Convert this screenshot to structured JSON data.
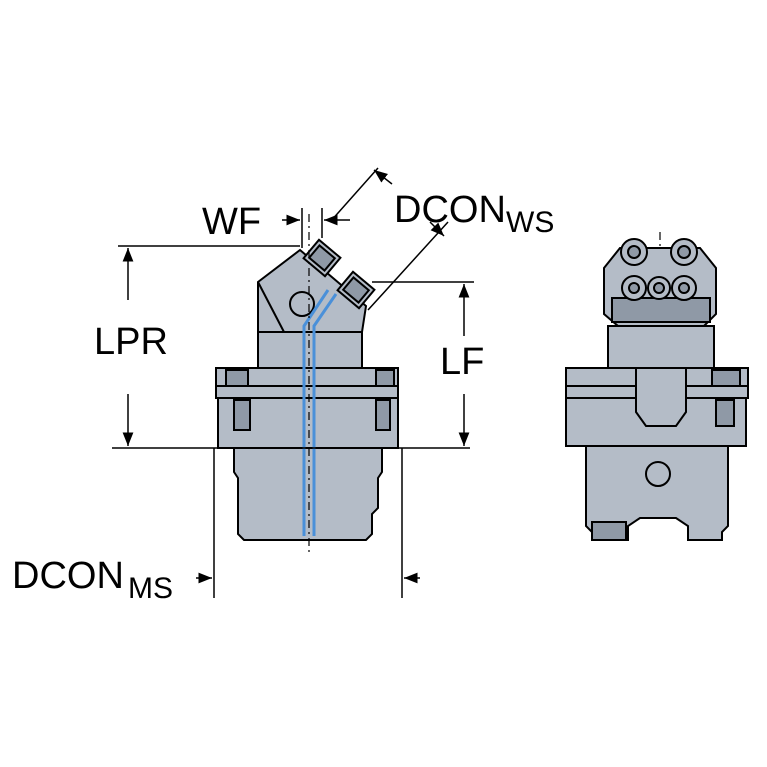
{
  "labels": {
    "wf": "WF",
    "dcon_ws_main": "DCON",
    "dcon_ws_sub": "WS",
    "lpr": "LPR",
    "lf": "LF",
    "dcon_ms_main": "DCON",
    "dcon_ms_sub": "MS"
  },
  "colors": {
    "body": "#b4bcc7",
    "body_dark": "#8f99a6",
    "outline": "#000000",
    "coolant": "#4a90d9",
    "background": "#ffffff"
  }
}
